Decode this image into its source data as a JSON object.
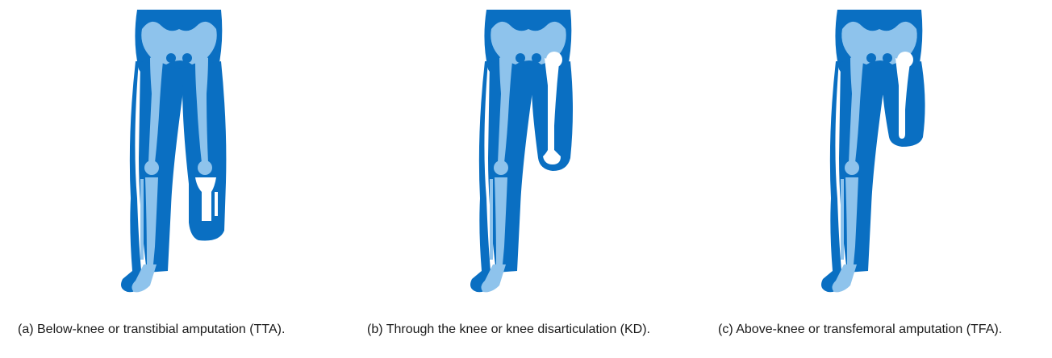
{
  "colors": {
    "flesh": "#0a6fc2",
    "bone": "#8ec3ec",
    "bone_highlight": "#b8dcf6",
    "residual_bone": "#ffffff"
  },
  "panels": [
    {
      "id": "a",
      "caption": "(a) Below-knee or transtibial amputation (TTA).",
      "amputation": "below-knee"
    },
    {
      "id": "b",
      "caption": "(b) Through the knee or knee disarticulation (KD).",
      "amputation": "knee-disarticulation"
    },
    {
      "id": "c",
      "caption": "(c) Above-knee or transfemoral amputation (TFA).",
      "amputation": "above-knee"
    }
  ]
}
